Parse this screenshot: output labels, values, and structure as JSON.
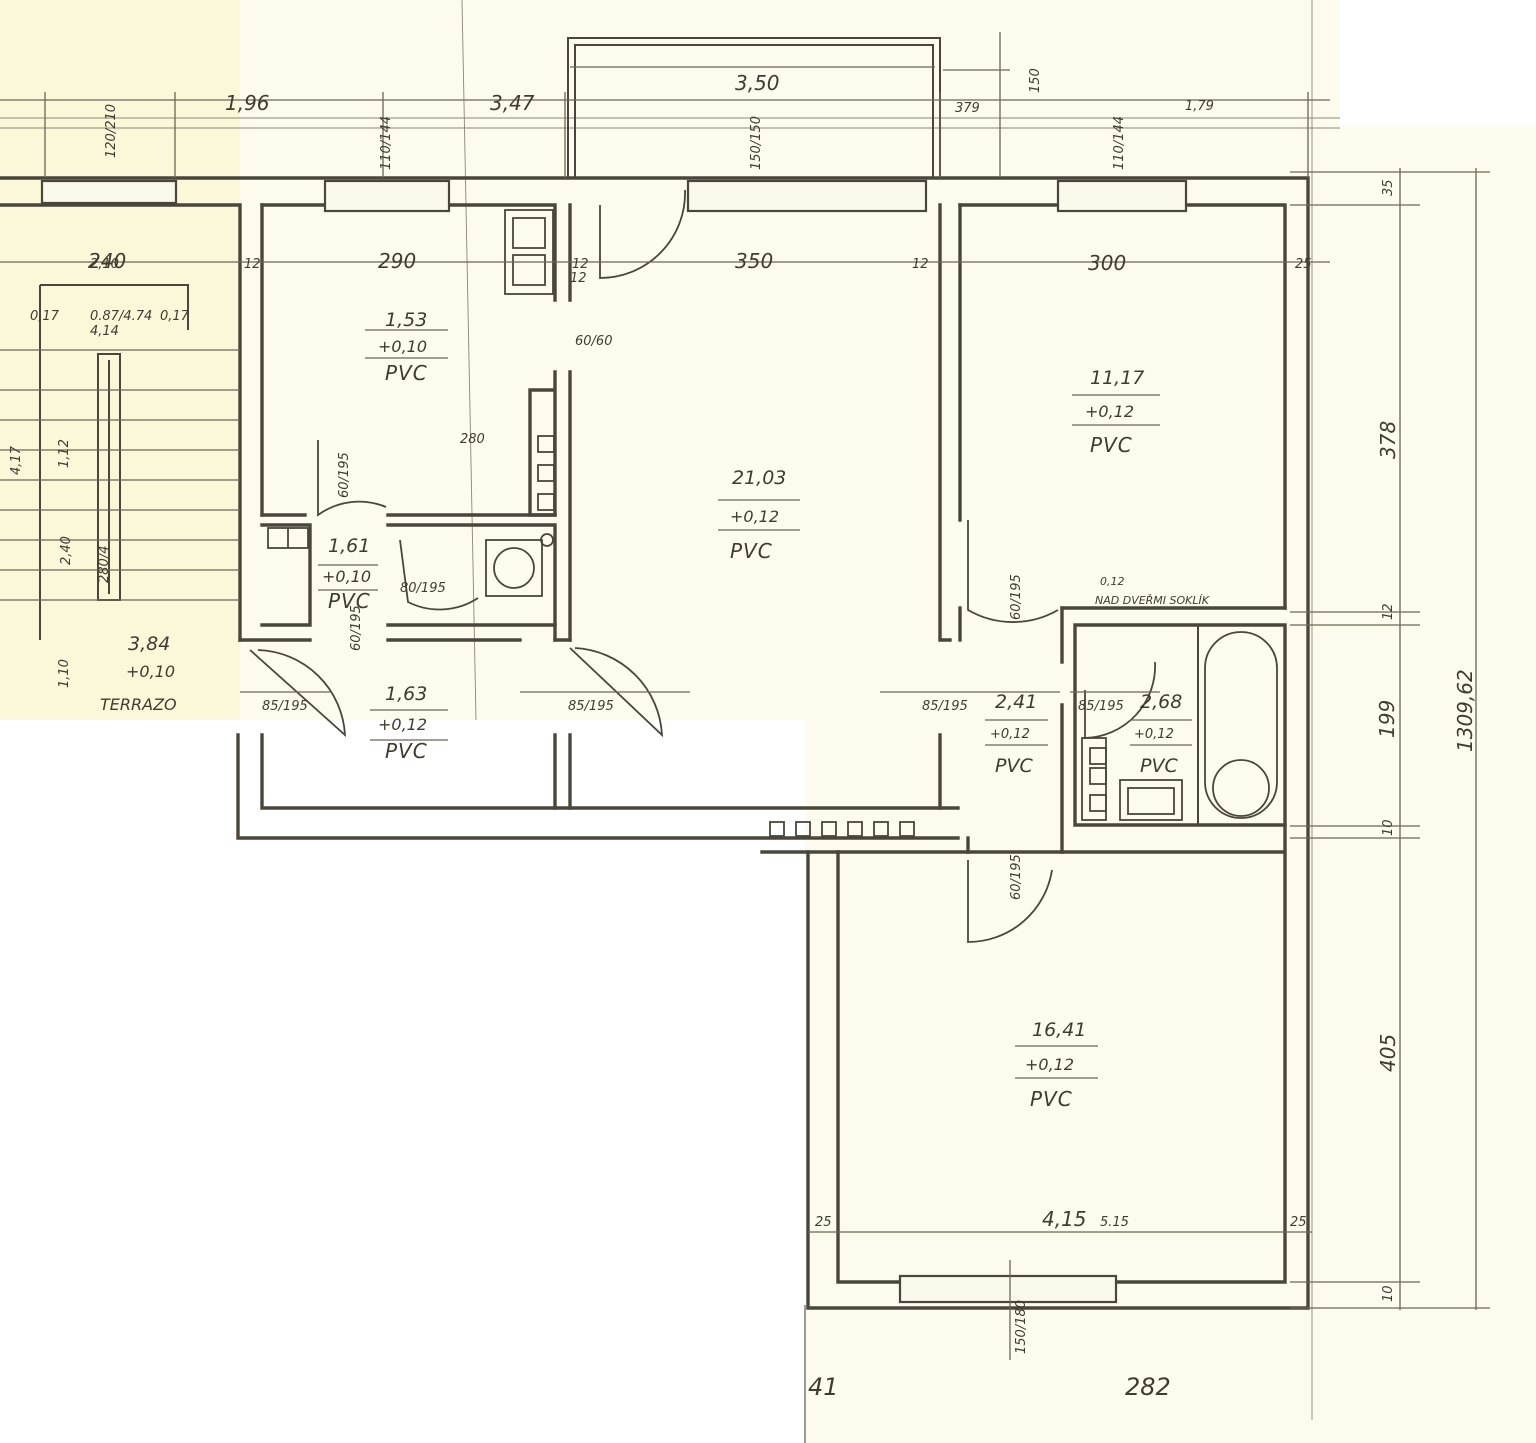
{
  "top_dimensions": {
    "d_1": "1,96",
    "d_2": "3,47",
    "d_3": "3,50",
    "d_4": "379",
    "d_5": "1,79",
    "d_6": "150",
    "d_7": "350",
    "d_8": "290",
    "d_9": "300",
    "d_10": "240",
    "d_11": "12",
    "d_12": "12",
    "d_13": "25"
  },
  "window_sizes": {
    "w_1": "120/210",
    "w_2": "110/144",
    "w_3": "150/150",
    "w_4": "110/144"
  },
  "right_dimensions": {
    "r_1": "35",
    "r_2": "378",
    "r_3": "12",
    "r_4": "199",
    "r_5": "10",
    "r_6": "405",
    "r_7": "10",
    "r_total": "1309,62"
  },
  "bottom_dimensions": {
    "b_1": "41",
    "b_2": "282",
    "b_3": "4,15",
    "b_4": "25",
    "b_5": "25",
    "b_6": "150/180"
  },
  "inner_dimensions": {
    "i_1": "60/60",
    "i_2": "280",
    "i_3": "60/195",
    "i_4": "60/195",
    "i_5": "85/195",
    "i_6": "85/195",
    "i_7": "85/195",
    "i_8": "60/195",
    "i_9": "60/195",
    "i_10": "80/195",
    "i_11": "85/195",
    "i_12": "280/4",
    "i_13": "12",
    "i_14": "12",
    "i_15": "0.87/4.74",
    "i_16": "5.15"
  },
  "rooms": {
    "room_a": {
      "area": "1,53",
      "level": "+0,10",
      "material": "PVC"
    },
    "room_b": {
      "area": "1,61",
      "level": "+0,10",
      "material": "PVC"
    },
    "room_c": {
      "area": "1,63",
      "level": "+0,12",
      "material": "PVC"
    },
    "room_d": {
      "area": "21,03",
      "level": "+0,12",
      "material": "PVC"
    },
    "room_e": {
      "area": "11,17",
      "level": "+0,12",
      "material": "PVC"
    },
    "room_f": {
      "area": "2,41",
      "level": "+0,12",
      "material": "PVC"
    },
    "room_g": {
      "area": "2,68",
      "level": "+0,12",
      "material": "PVC"
    },
    "room_h": {
      "area": "16,41",
      "level": "+0,12",
      "material": "PVC"
    },
    "terrace": {
      "area": "3,84",
      "level": "+0,10",
      "material": "TERRAZO"
    }
  },
  "notes": {
    "n_1": "0,12",
    "n_2": "NAD DVEŘMI SOKLÍK"
  },
  "stair_labels": {
    "s_1": "2,10",
    "s_2": "0,17",
    "s_3": "4,14",
    "s_4": "0,17",
    "s_5": "4,17",
    "s_6": "1,10",
    "s_7": "1,12",
    "s_8": "2,40"
  }
}
